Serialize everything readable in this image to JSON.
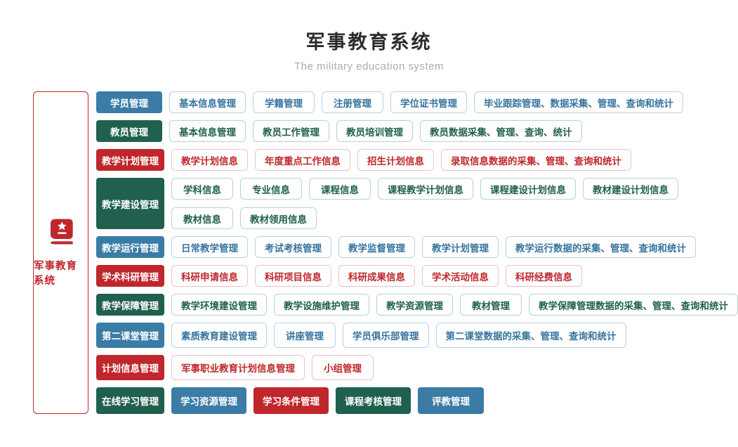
{
  "header": {
    "title": "军事教育系统",
    "subtitle": "The military education system"
  },
  "root": {
    "label": "军事教育系统",
    "icon": "book-star-icon"
  },
  "palette": {
    "blue": "#3a7ca6",
    "green": "#20604f",
    "red": "#bf272c",
    "blue_outline_border": "#b9d3e2",
    "green_outline_border": "#b7d4c9",
    "red_outline_border": "#ecc1c3",
    "title_color": "#2b2b2b",
    "subtitle_color": "#abadaf"
  },
  "rows": [
    {
      "category": "学员管理",
      "color": "blue",
      "lines": [
        [
          {
            "label": "基本信息管理"
          },
          {
            "label": "学籍管理"
          },
          {
            "label": "注册管理"
          },
          {
            "label": "学位证书管理"
          },
          {
            "label": "毕业跟踪管理、数据采集、管理、查询和统计"
          }
        ]
      ]
    },
    {
      "category": "教员管理",
      "color": "green",
      "lines": [
        [
          {
            "label": "基本信息管理"
          },
          {
            "label": "教员工作管理"
          },
          {
            "label": "教员培训管理"
          },
          {
            "label": "教员数据采集、管理、查询、统计"
          }
        ]
      ]
    },
    {
      "category": "教学计划管理",
      "color": "red",
      "lines": [
        [
          {
            "label": "教学计划信息"
          },
          {
            "label": "年度重点工作信息"
          },
          {
            "label": "招生计划信息"
          },
          {
            "label": "录取信息数据的采集、管理、查询和统计"
          }
        ]
      ]
    },
    {
      "category": "教学建设管理",
      "color": "green",
      "lines": [
        [
          {
            "label": "学科信息"
          },
          {
            "label": "专业信息"
          },
          {
            "label": "课程信息"
          },
          {
            "label": "课程教学计划信息"
          },
          {
            "label": "课程建设计划信息"
          },
          {
            "label": "教材建设计划信息"
          }
        ],
        [
          {
            "label": "教材信息"
          },
          {
            "label": "教材领用信息"
          }
        ]
      ]
    },
    {
      "category": "教学运行管理",
      "color": "blue",
      "lines": [
        [
          {
            "label": "日常教学管理"
          },
          {
            "label": "考试考核管理"
          },
          {
            "label": "教学监督管理"
          },
          {
            "label": "教学计划管理"
          },
          {
            "label": "教学运行数据的采集、管理、查询和统计"
          }
        ]
      ]
    },
    {
      "category": "学术科研管理",
      "color": "red",
      "lines": [
        [
          {
            "label": "科研申请信息"
          },
          {
            "label": "科研项目信息"
          },
          {
            "label": "科研成果信息"
          },
          {
            "label": "学术活动信息"
          },
          {
            "label": "科研经费信息"
          }
        ]
      ]
    },
    {
      "category": "教学保障管理",
      "color": "green",
      "lines": [
        [
          {
            "label": "教学环境建设管理"
          },
          {
            "label": "教学设施维护管理"
          },
          {
            "label": "教学资源管理"
          },
          {
            "label": "教材管理"
          },
          {
            "label": "教学保障管理数据的采集、管理、查询和统计"
          }
        ]
      ]
    },
    {
      "category": "第二课堂管理",
      "color": "blue",
      "lines": [
        [
          {
            "label": "素质教育建设管理"
          },
          {
            "label": "讲座管理"
          },
          {
            "label": "学员俱乐部管理"
          },
          {
            "label": "第二课堂数据的采集、管理、查询和统计"
          }
        ]
      ]
    },
    {
      "category": "计划信息管理",
      "color": "red",
      "lines": [
        [
          {
            "label": "军事职业教育计划信息管理"
          },
          {
            "label": "小组管理"
          }
        ]
      ]
    },
    {
      "category": "在线学习管理",
      "color": "green",
      "lines": [
        [
          {
            "label": "学习资源管理",
            "filled": true,
            "color": "blue"
          },
          {
            "label": "学习条件管理",
            "filled": true,
            "color": "red"
          },
          {
            "label": "课程考核管理",
            "filled": true,
            "color": "green"
          },
          {
            "label": "评教管理",
            "filled": true,
            "color": "blue"
          }
        ]
      ]
    }
  ]
}
